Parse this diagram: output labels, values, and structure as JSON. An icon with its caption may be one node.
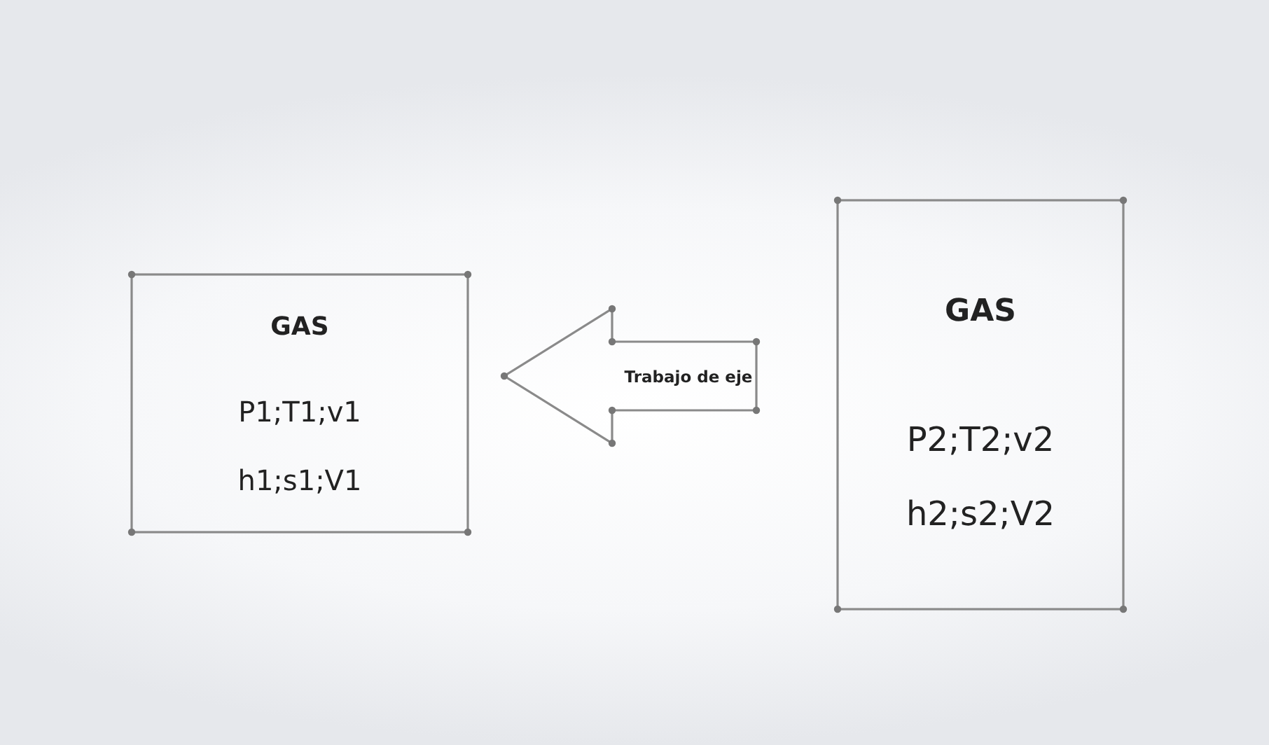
{
  "diagram": {
    "nodes": [
      {
        "text": [
          "GAS",
          "P1;T1;v1",
          "h1;s1;V1"
        ]
      },
      {
        "text": [
          "GAS",
          "P2;T2;v2",
          "h2;s2;V2"
        ]
      }
    ],
    "edges": [
      {
        "from": 1,
        "to": 0,
        "arrow": "to",
        "label": "Trabajo de eje"
      }
    ]
  }
}
